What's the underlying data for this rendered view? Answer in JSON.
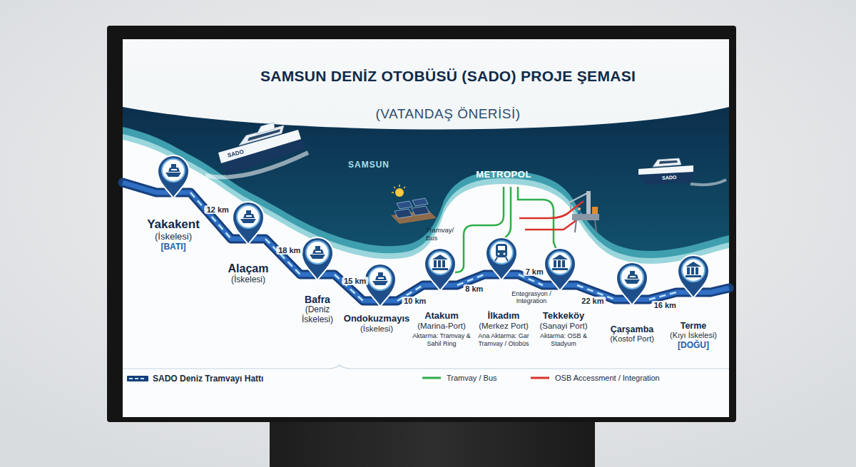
{
  "diagram": {
    "title": "SAMSUN DENİZ OTOBÜSÜ (SADO) PROJE ŞEMASI",
    "nodes": [
      {
        "text": [
          "Yakakent",
          "(İskelesi)",
          "[BATI]"
        ]
      },
      {
        "text": [
          "Alaçam",
          "(İskelesi)"
        ]
      },
      {
        "text": [
          "Bafra",
          "(Deniz İskelesi)"
        ]
      },
      {
        "text": [
          "Ondokuzmayıs",
          "(İskelesi)"
        ]
      },
      {
        "text": [
          "Atakum",
          "(Marina-Port)",
          "Aktarma: Tramvay & Sahil Ring"
        ]
      },
      {
        "text": [
          "İlkadım",
          "(Merkez Port)",
          "Ana Aktarma: Gar Tramvay / Otobüs"
        ]
      },
      {
        "text": [
          "Tekkeköy",
          "(Sanayi Port)",
          "Aktarma: OSB & Stadyum"
        ]
      },
      {
        "text": [
          "Çarşamba",
          "(Kostof Port)"
        ]
      },
      {
        "text": [
          "Terme",
          "(Kıyı İskelesi)",
          "[DOĞU]"
        ]
      }
    ],
    "edges": [
      {
        "from": 0,
        "to": 1,
        "label": "12 km",
        "arrow": "none"
      },
      {
        "from": 1,
        "to": 2,
        "label": "18 km",
        "arrow": "none"
      },
      {
        "from": 2,
        "to": 3,
        "label": "15 km",
        "arrow": "none"
      },
      {
        "from": 3,
        "to": 4,
        "label": "10 km",
        "arrow": "none"
      },
      {
        "from": 4,
        "to": 5,
        "label": "8 km",
        "arrow": "none"
      },
      {
        "from": 5,
        "to": 6,
        "label": "7 km",
        "arrow": "none"
      },
      {
        "from": 6,
        "to": 7,
        "label": "22 km",
        "arrow": "none"
      },
      {
        "from": 7,
        "to": 8,
        "label": "16 km",
        "arrow": "none"
      }
    ],
    "labels": [
      "(VATANDAŞ ÖNERİSİ)",
      "SAMSUN",
      "METROPOL",
      "Tramvay/ Bus",
      "Entegrasyon / Integration",
      "SADO",
      "SADO"
    ],
    "legend": [
      {
        "text": "SADO Deniz Tramvayı Hattı"
      },
      {
        "text": "Tramvay / Bus"
      },
      {
        "text": "OSB Accessment / Integration"
      }
    ]
  }
}
